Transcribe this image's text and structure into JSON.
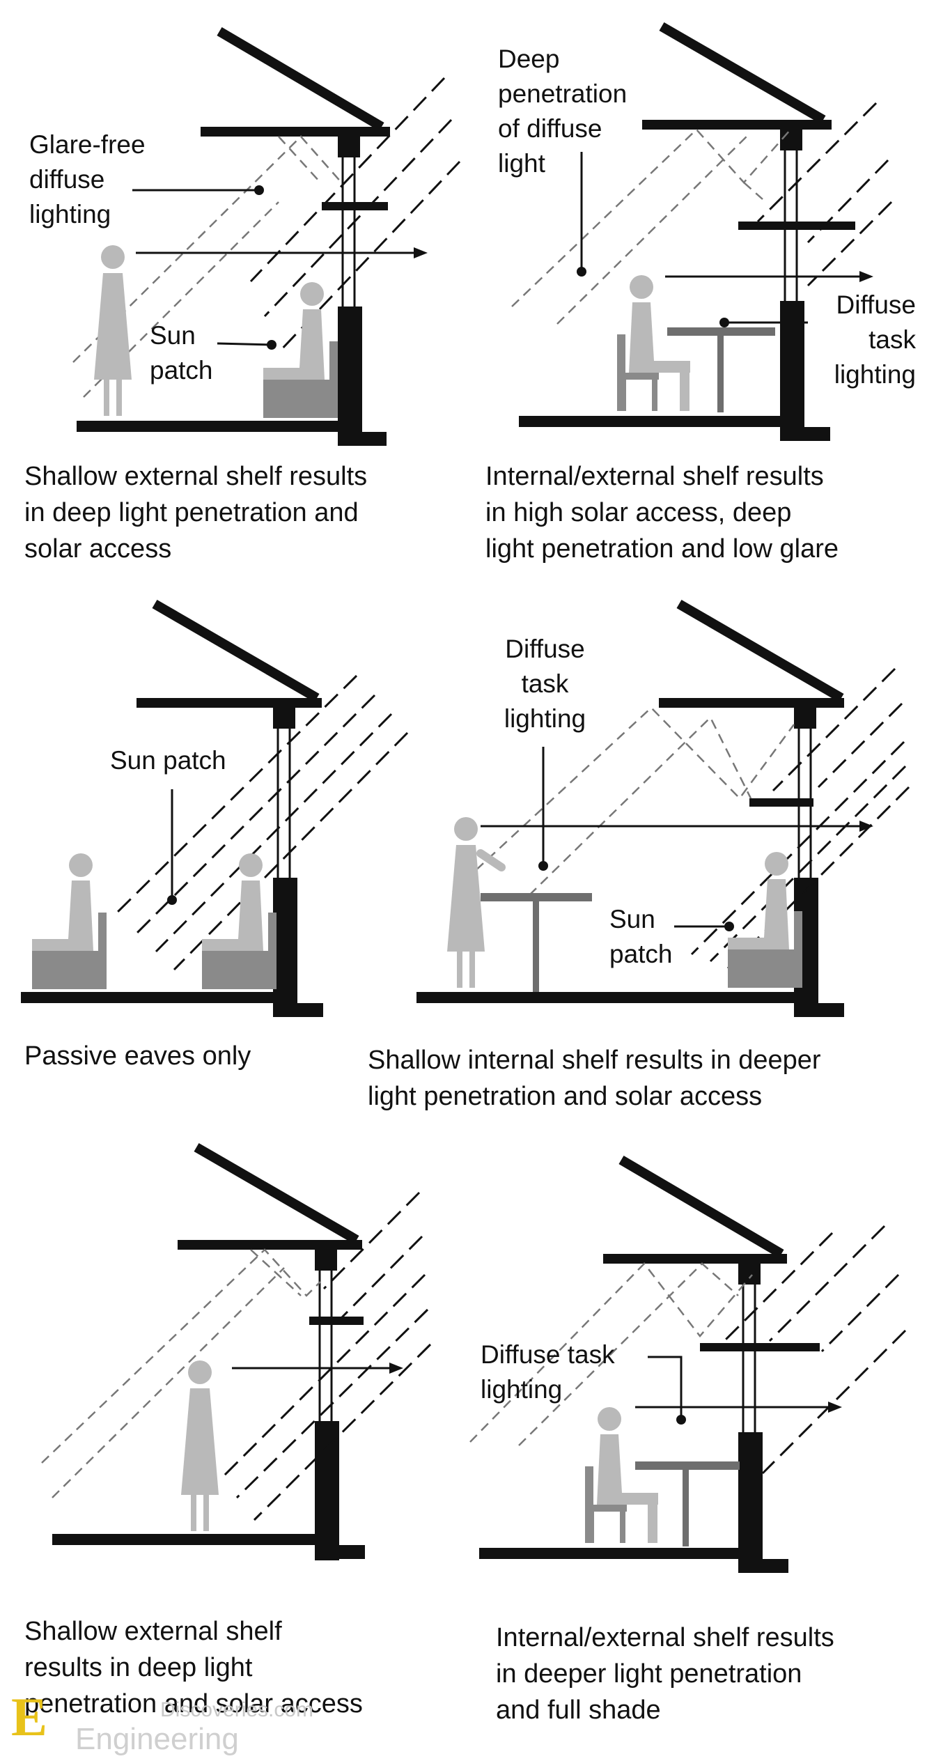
{
  "panels": [
    {
      "caption": "Shallow external shelf results\nin deep light penetration and\nsolar access",
      "labels": [
        "Glare-free\ndiffuse\nlighting",
        "Sun\npatch"
      ]
    },
    {
      "caption": "Internal/external shelf results\nin high solar access, deep\nlight penetration and low glare",
      "labels": [
        "Deep\npenetration\nof diffuse\nlight",
        "Diffuse\ntask\nlighting"
      ]
    },
    {
      "caption": "Passive eaves only",
      "labels": [
        "Sun patch"
      ]
    },
    {
      "caption": "Shallow internal shelf results in deeper\nlight penetration and solar access",
      "labels": [
        "Diffuse\ntask\nlighting",
        "Sun\npatch"
      ]
    },
    {
      "caption": "Shallow external shelf\nresults in deep light\npenetration and solar access",
      "labels": []
    },
    {
      "caption": "Internal/external shelf results\nin deeper light penetration\nand full shade",
      "labels": [
        "Diffuse task\nlighting"
      ]
    }
  ],
  "watermark": {
    "site": "Discoveries.com",
    "name": "Engineering",
    "logo_letter": "E"
  },
  "colors": {
    "ink": "#111111",
    "figure": "#b9b9b9",
    "seat": "#8a8a8a",
    "dashed": "#777777",
    "table": "#6e6e6e"
  }
}
